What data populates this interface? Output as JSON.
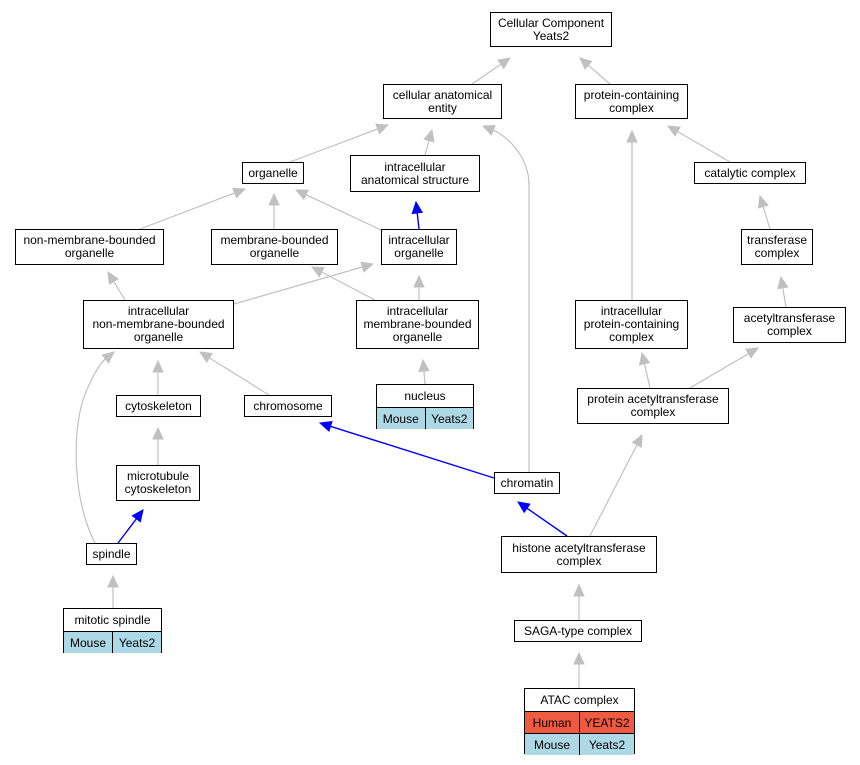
{
  "colors": {
    "edge_default": "#c0c0c0",
    "edge_highlight": "#0000ff",
    "mouse_fill": "#add8e6",
    "human_fill": "#f05a40",
    "node_fill": "#ffffff",
    "border": "#000000"
  },
  "nodes": {
    "root": {
      "label": "Cellular Component\nYeats2"
    },
    "cellular_anatomical_entity": {
      "label": "cellular anatomical\nentity"
    },
    "protein_containing_complex": {
      "label": "protein-containing\ncomplex"
    },
    "organelle": {
      "label": "organelle"
    },
    "intracellular_anatomical_structure": {
      "label": "intracellular\nanatomical structure"
    },
    "catalytic_complex": {
      "label": "catalytic complex"
    },
    "non_membrane_bounded_organelle": {
      "label": "non-membrane-bounded\norganelle"
    },
    "membrane_bounded_organelle": {
      "label": "membrane-bounded\norganelle"
    },
    "intracellular_organelle": {
      "label": "intracellular\norganelle"
    },
    "transferase_complex": {
      "label": "transferase\ncomplex"
    },
    "intracellular_non_membrane_bounded_organelle": {
      "label": "intracellular\nnon-membrane-bounded\norganelle"
    },
    "intracellular_membrane_bounded_organelle": {
      "label": "intracellular\nmembrane-bounded\norganelle"
    },
    "intracellular_protein_containing_complex": {
      "label": "intracellular\nprotein-containing\ncomplex"
    },
    "acetyltransferase_complex": {
      "label": "acetyltransferase\ncomplex"
    },
    "cytoskeleton": {
      "label": "cytoskeleton"
    },
    "chromosome": {
      "label": "chromosome"
    },
    "protein_acetyltransferase_complex": {
      "label": "protein acetyltransferase\ncomplex"
    },
    "microtubule_cytoskeleton": {
      "label": "microtubule\ncytoskeleton"
    },
    "chromatin": {
      "label": "chromatin"
    },
    "spindle": {
      "label": "spindle"
    },
    "histone_acetyltransferase_complex": {
      "label": "histone acetyltransferase\ncomplex"
    },
    "saga_type_complex": {
      "label": "SAGA-type complex"
    }
  },
  "annotated": {
    "nucleus": {
      "label": "nucleus",
      "rows": [
        {
          "species": "Mouse",
          "gene": "Yeats2"
        }
      ]
    },
    "mitotic_spindle": {
      "label": "mitotic spindle",
      "rows": [
        {
          "species": "Mouse",
          "gene": "Yeats2"
        }
      ]
    },
    "atac_complex": {
      "label": "ATAC complex",
      "rows": [
        {
          "species": "Human",
          "gene": "YEATS2"
        },
        {
          "species": "Mouse",
          "gene": "Yeats2"
        }
      ]
    }
  },
  "edges": [
    {
      "from": "cellular_anatomical_entity",
      "to": "root",
      "kind": "default"
    },
    {
      "from": "protein_containing_complex",
      "to": "root",
      "kind": "default"
    },
    {
      "from": "organelle",
      "to": "cellular_anatomical_entity",
      "kind": "default"
    },
    {
      "from": "intracellular_anatomical_structure",
      "to": "cellular_anatomical_entity",
      "kind": "default"
    },
    {
      "from": "chromatin",
      "to": "cellular_anatomical_entity",
      "kind": "default"
    },
    {
      "from": "intracellular_protein_containing_complex",
      "to": "protein_containing_complex",
      "kind": "default"
    },
    {
      "from": "catalytic_complex",
      "to": "protein_containing_complex",
      "kind": "default"
    },
    {
      "from": "non_membrane_bounded_organelle",
      "to": "organelle",
      "kind": "default"
    },
    {
      "from": "membrane_bounded_organelle",
      "to": "organelle",
      "kind": "default"
    },
    {
      "from": "intracellular_organelle",
      "to": "organelle",
      "kind": "default"
    },
    {
      "from": "intracellular_organelle",
      "to": "intracellular_anatomical_structure",
      "kind": "highlight"
    },
    {
      "from": "transferase_complex",
      "to": "catalytic_complex",
      "kind": "default"
    },
    {
      "from": "intracellular_non_membrane_bounded_organelle",
      "to": "non_membrane_bounded_organelle",
      "kind": "default"
    },
    {
      "from": "intracellular_non_membrane_bounded_organelle",
      "to": "intracellular_organelle",
      "kind": "default"
    },
    {
      "from": "intracellular_membrane_bounded_organelle",
      "to": "membrane_bounded_organelle",
      "kind": "default"
    },
    {
      "from": "intracellular_membrane_bounded_organelle",
      "to": "intracellular_organelle",
      "kind": "default"
    },
    {
      "from": "acetyltransferase_complex",
      "to": "transferase_complex",
      "kind": "default"
    },
    {
      "from": "cytoskeleton",
      "to": "intracellular_non_membrane_bounded_organelle",
      "kind": "default"
    },
    {
      "from": "chromosome",
      "to": "intracellular_non_membrane_bounded_organelle",
      "kind": "default"
    },
    {
      "from": "spindle",
      "to": "intracellular_non_membrane_bounded_organelle",
      "kind": "default"
    },
    {
      "from": "nucleus",
      "to": "intracellular_membrane_bounded_organelle",
      "kind": "default"
    },
    {
      "from": "protein_acetyltransferase_complex",
      "to": "intracellular_protein_containing_complex",
      "kind": "default"
    },
    {
      "from": "protein_acetyltransferase_complex",
      "to": "acetyltransferase_complex",
      "kind": "default"
    },
    {
      "from": "microtubule_cytoskeleton",
      "to": "cytoskeleton",
      "kind": "default"
    },
    {
      "from": "chromatin",
      "to": "chromosome",
      "kind": "highlight"
    },
    {
      "from": "histone_acetyltransferase_complex",
      "to": "protein_acetyltransferase_complex",
      "kind": "default"
    },
    {
      "from": "histone_acetyltransferase_complex",
      "to": "chromatin",
      "kind": "highlight"
    },
    {
      "from": "spindle",
      "to": "microtubule_cytoskeleton",
      "kind": "highlight"
    },
    {
      "from": "mitotic_spindle",
      "to": "spindle",
      "kind": "default"
    },
    {
      "from": "saga_type_complex",
      "to": "histone_acetyltransferase_complex",
      "kind": "default"
    },
    {
      "from": "atac_complex",
      "to": "saga_type_complex",
      "kind": "default"
    }
  ]
}
